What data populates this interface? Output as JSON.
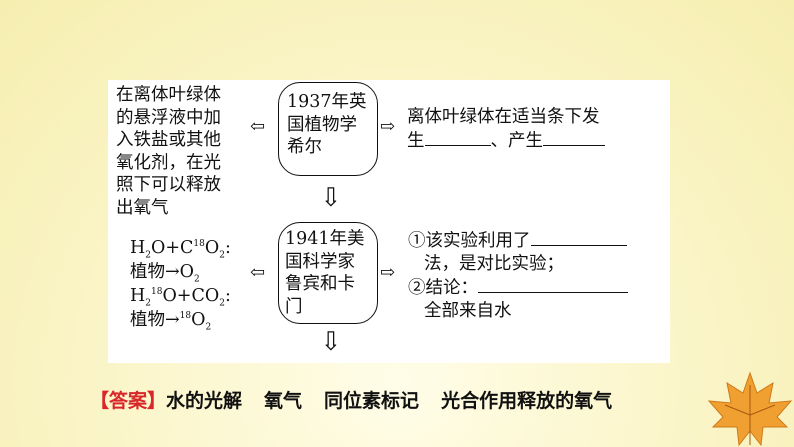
{
  "left1": [
    "在离体叶绿体",
    "的悬浮液中加",
    "入铁盐或其他",
    "氧化剂，在光",
    "照下可以释放",
    "出氧气"
  ],
  "box1": [
    "1937年英",
    "国植物学",
    "希尔"
  ],
  "right1": {
    "line1": "离体叶绿体在适当条下发",
    "pre": "生",
    "mid": "、产生"
  },
  "box2": [
    "1941年美",
    "国科学家",
    "鲁宾和卡",
    "门"
  ],
  "left2": {
    "l1a": "H",
    "l1s": "2",
    "l1b": "O+C",
    "l1sup": "18",
    "l1c": "O",
    "l1s2": "2",
    "l1d": ":",
    "l2": "植物→O",
    "l2s": "2",
    "l3a": "H",
    "l3s": "2",
    "l3sup": "18",
    "l3b": "O+CO",
    "l3s2": "2",
    "l3c": ":",
    "l4": "植物→",
    "l4sup": "18",
    "l4b": "O",
    "l4s": "2"
  },
  "right2": {
    "q1": "①该实验利用了",
    "q1b": "法，是对比实验；",
    "q2": "②结论：",
    "q2b": "全部来自水"
  },
  "answer": {
    "label": "【答案】",
    "items": [
      "水的光解",
      "氧气",
      "同位素标记",
      "光合作用释放的氧气"
    ]
  }
}
